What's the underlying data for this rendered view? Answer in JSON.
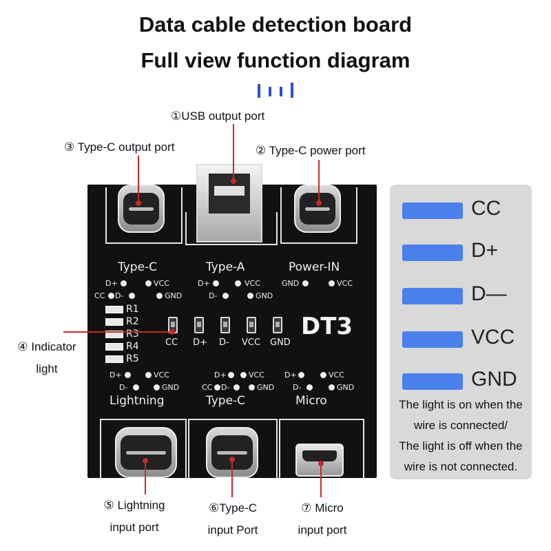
{
  "header": {
    "title": "Data cable detection board",
    "subtitle": "Full view function diagram"
  },
  "callouts": {
    "usb_output": "①USB output port",
    "typec_output": "③ Type-C output port",
    "typec_power": "② Type-C power port",
    "indicator_l1": "④ Indicator",
    "indicator_l2": "light",
    "lightning_l1": "⑤ Lightning",
    "lightning_l2": "input port",
    "typec_in_l1": "⑥Type-C",
    "typec_in_l2": "input Port",
    "micro_l1": "⑦ Micro",
    "micro_l2": "input port"
  },
  "board": {
    "top_labels": [
      "Type-C",
      "Type-A",
      "Power-IN"
    ],
    "bottom_labels": [
      "Lightning",
      "Type-C",
      "Micro"
    ],
    "model": "DT3",
    "led_labels": [
      "CC",
      "D+",
      "D-",
      "VCC",
      "GND"
    ],
    "resistors": [
      "R1",
      "R2",
      "R3",
      "R4",
      "R5"
    ],
    "pad_labels": {
      "dplus": "D+",
      "dminus": "D-",
      "vcc": "VCC",
      "gnd": "GND",
      "cc": "CC",
      "gnd_short": "GND"
    }
  },
  "legend": {
    "items": [
      "CC",
      "D+",
      "D—",
      "VCC",
      "GND"
    ],
    "color": "#4a80ec",
    "note_lines": [
      "The light is on when the",
      "wire is connected/",
      "The light is off when the",
      "wire is not connected."
    ]
  },
  "colors": {
    "accent": "#c62828",
    "legend_bar": "#4a80ec",
    "board": "#111111"
  }
}
